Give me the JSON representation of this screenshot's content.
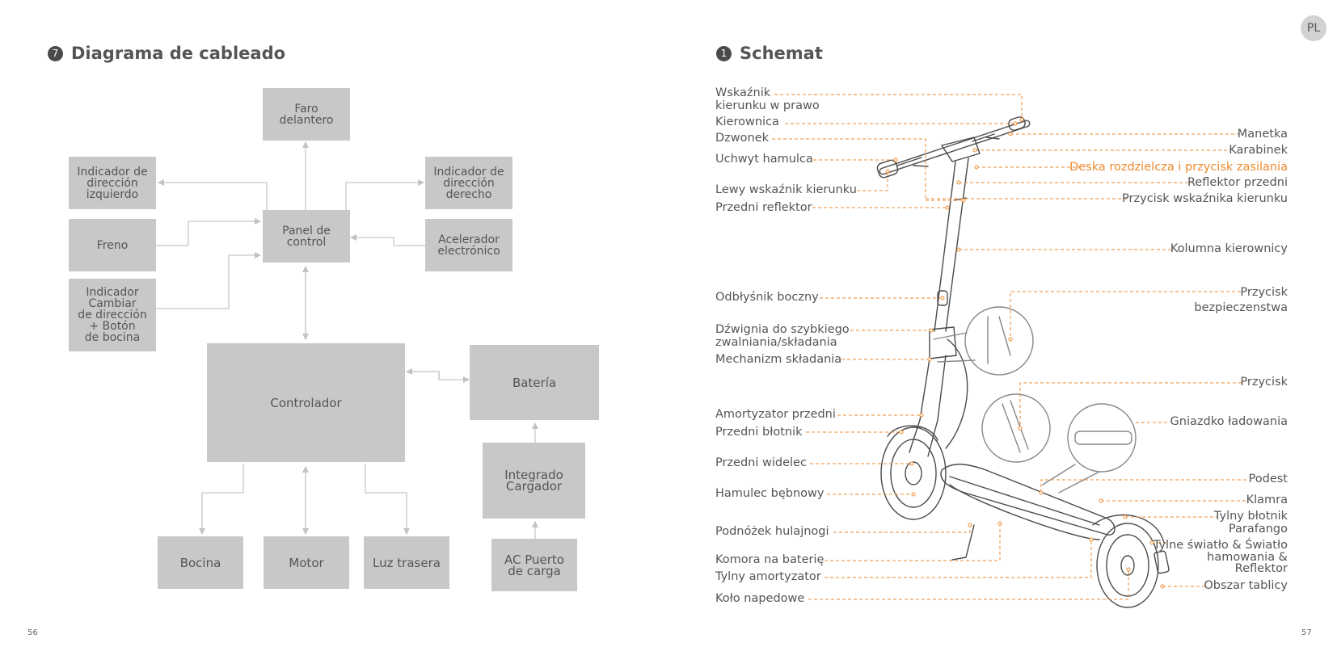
{
  "left_page": {
    "section_number": "7",
    "title": "Diagrama de cableado",
    "page_number": "56",
    "boxes": {
      "faro": "Faro\ndelantero",
      "ind_izq": "Indicador de\ndirección\nizquierdo",
      "ind_der": "Indicador de\ndirección\nderecho",
      "freno": "Freno",
      "panel": "Panel de\ncontrol",
      "acelerador": "Acelerador\nelectrónico",
      "indicador_cambiar": "Indicador\nCambiar\nde dirección\n+ Botón\nde bocina",
      "controlador": "Controlador",
      "bateria": "Batería",
      "cargador": "Integrado\nCargador",
      "bocina": "Bocina",
      "motor": "Motor",
      "luz": "Luz trasera",
      "ac": "AC Puerto\nde carga"
    }
  },
  "right_page": {
    "section_number": "1",
    "title": "Schemat",
    "page_number": "57",
    "language_badge": "PL",
    "left_labels": {
      "wskaznik_prawo": "Wskaźnik\nkierunku w prawo",
      "kierownica": "Kierownica",
      "dzwonek": "Dzwonek",
      "uchwyt": "Uchwyt hamulca",
      "lewy": "Lewy wskaźnik kierunku",
      "przedni_reflektor": "Przedni reflektor",
      "odblysnik": "Odbłyśnik boczny",
      "dzwignia": "Dźwignia do szybkiego\nzwalniania/składania",
      "mechanizm": "Mechanizm składania",
      "amortyzator": "Amortyzator przedni",
      "blotnik": "Przedni błotnik",
      "widelec": "Przedni widelec",
      "hamulec": "Hamulec bębnowy",
      "podnozek": "Podnóżek hulajnogi",
      "komora": "Komora na baterię",
      "tylny_amortyzator": "Tylny amortyzator",
      "kolo": "Koło napedowe"
    },
    "right_labels": {
      "manetka": "Manetka",
      "karabinek": "Karabinek",
      "deska": "Deska rozdzielcza i przycisk zasilania",
      "reflektor_przedni": "Reflektor przedni",
      "przycisk_wskaznika": "Przycisk wskaźnika kierunku",
      "kolumna": "Kolumna kierownicy",
      "przycisk_bezp": "Przycisk\nbezpieczenstwa",
      "przycisk": "Przycisk",
      "gniazdko": "Gniazdko ładowania",
      "podest": "Podest",
      "klamra": "Klamra",
      "tylny_blotnik": "Tylny błotnik\nParafango",
      "tylne_swiatlo": "Tylne światło & Światło\nhamowania &\nReflektor",
      "obszar": "Obszar tablicy"
    },
    "colors": {
      "accent": "#ee8a2d",
      "box_fill": "#c7c8ca",
      "text": "#555555"
    }
  }
}
